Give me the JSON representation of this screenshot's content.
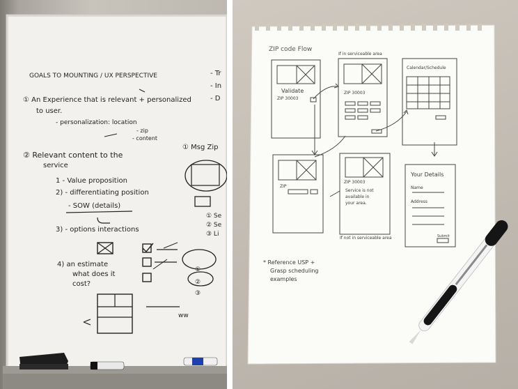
{
  "whiteboard": {
    "title": "GOALS TO MOUNTING / UX PERSPECTIVE",
    "point1": "① An Experience that is relevant + personalized",
    "point1_cont": "to user.",
    "personalization": "- personalization:  location",
    "zip": "- zip",
    "content": "- content",
    "point2": "② Relevant content to the",
    "point2_cont": "service",
    "value_prop": "1 - Value proposition",
    "differentiating": "2) - differentiating position",
    "sow": "- SOW (details)",
    "options": "3) - options  interactions",
    "estimate1": "4)  an estimate",
    "estimate2": "what does it",
    "estimate3": "cost?",
    "right_note1": "- Tr",
    "right_note2": "- In",
    "right_note3": "- D",
    "msg_zip": "① Msg Zip",
    "sec1": "① Se",
    "sec2": "② Se",
    "sec3": "③ Li",
    "b1": "①",
    "b2": "②",
    "b3": "③",
    "ww": "ww"
  },
  "sketch": {
    "title": "ZIP  code  Flow",
    "note_top": "If in serviceable area",
    "validate": "Validate",
    "zip_label": "ZIP  30003",
    "zip_label2": "ZIP  30003",
    "zip_small": "ZIP",
    "calendar": "Calendar/Schedule",
    "your_details": "Your  Details",
    "name": "Name",
    "address": "Address",
    "submit": "Submit",
    "not_avail1": "Service is not",
    "not_avail2": "available in",
    "not_avail3": "your area.",
    "not_serviceable": "If not in serviceable area",
    "reference1": "* Reference  USP +",
    "reference2": "Grasp scheduling",
    "reference3": "examples"
  }
}
